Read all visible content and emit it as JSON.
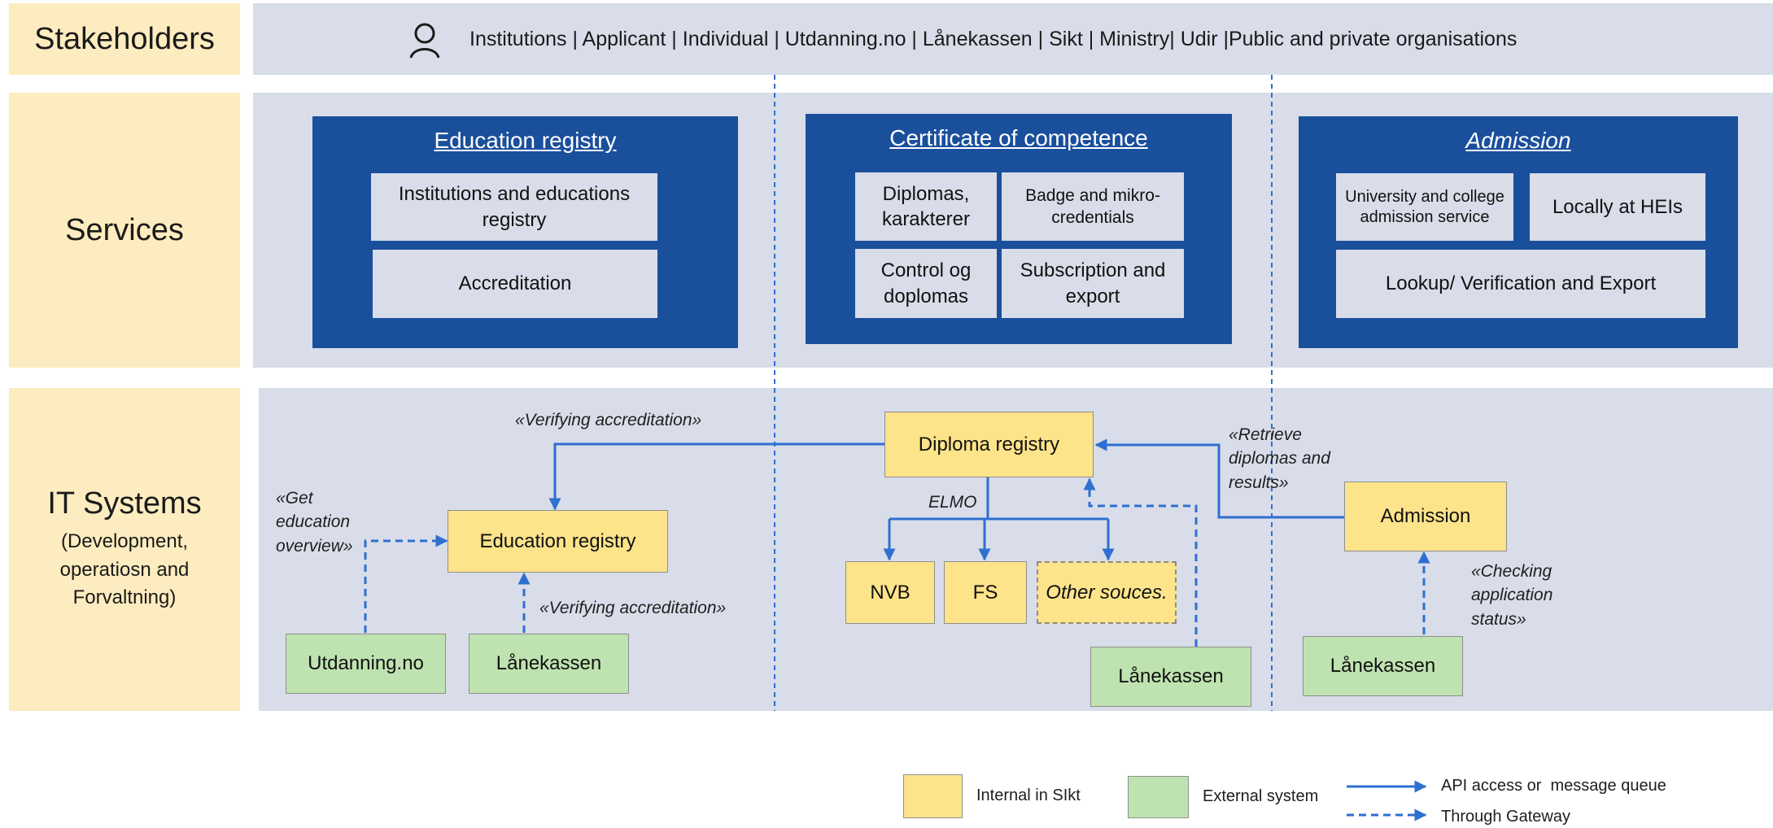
{
  "rows": {
    "stakeholders": "Stakeholders",
    "services": "Services",
    "it_systems_title": "IT Systems",
    "it_systems_sub": "(Development, operatiosn and Forvaltning)"
  },
  "stakeholders_text": "Institutions | Applicant | Individual | Utdanning.no | Lånekassen | Sikt | Ministry| Udir |Public and private organisations",
  "services": {
    "education": {
      "title": "Education registry",
      "items": [
        "Institutions and educations registry",
        "Accreditation"
      ]
    },
    "certificate": {
      "title": "Certificate of competence",
      "items": [
        "Diplomas, karakterer",
        "Badge and mikro-credentials",
        "Control og doplomas",
        "Subscription and export"
      ]
    },
    "admission": {
      "title": "Admission",
      "items": [
        "University and college admission service",
        "Locally at HEIs",
        "Lookup/ Verification and Export"
      ]
    }
  },
  "it_systems": {
    "diploma_registry": "Diploma registry",
    "education_registry": "Education registry",
    "admission": "Admission",
    "nvb": "NVB",
    "fs": "FS",
    "other_sources": "Other souces.",
    "utdanning": "Utdanning.no",
    "lanekassen_1": "Lånekassen",
    "lanekassen_2": "Lånekassen",
    "lanekassen_3": "Lånekassen",
    "elmo": "ELMO",
    "ann_verify_top": "«Verifying accreditation»",
    "ann_get_edu": "«Get education overview»",
    "ann_verify_bottom": "«Verifying accreditation»",
    "ann_retrieve": "«Retrieve diplomas and results»",
    "ann_checking": "«Checking application status»"
  },
  "legend": {
    "internal": "Internal in SIkt",
    "external": "External system",
    "api": "API access or  message queue",
    "gateway": "Through Gateway"
  },
  "colors": {
    "internal_fill": "#fde38a",
    "external_fill": "#bfe3b0",
    "service_panel": "#1a4f9c",
    "band": "#d8dde9",
    "row_label": "#fdecbf",
    "arrow": "#2e6fd0"
  }
}
